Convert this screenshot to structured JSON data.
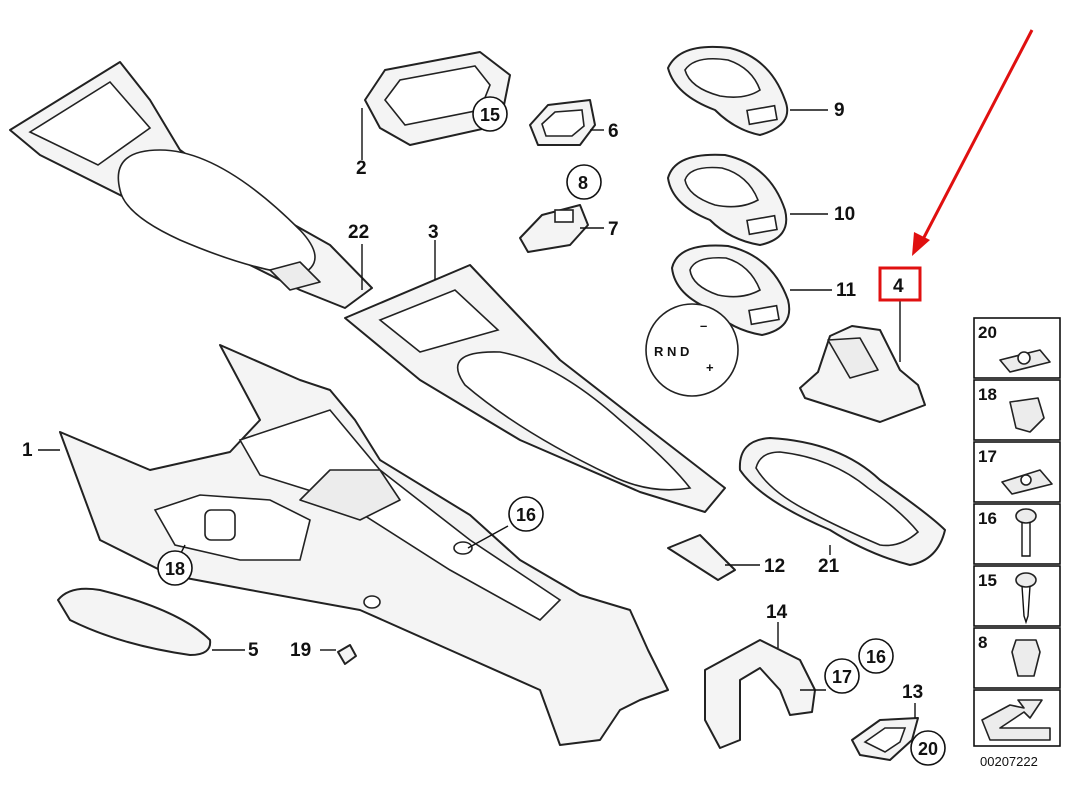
{
  "diagram": {
    "labels": {
      "p1": "1",
      "p2": "2",
      "p3": "3",
      "p4": "4",
      "p5": "5",
      "p6": "6",
      "p7": "7",
      "p9": "9",
      "p10": "10",
      "p11": "11",
      "p12": "12",
      "p13": "13",
      "p14": "14",
      "p19": "19",
      "p21": "21",
      "p22": "22"
    },
    "circled": {
      "c15": "15",
      "c8": "8",
      "c16a": "16",
      "c18": "18",
      "c17": "17",
      "c16b": "16",
      "c20": "20"
    },
    "selector": {
      "letters": "R N D",
      "dash": "–",
      "plus": "+"
    },
    "legend": {
      "items": [
        "20",
        "18",
        "17",
        "16",
        "15",
        "8"
      ],
      "catalog_number": "00207222"
    },
    "highlight": {
      "label": "4",
      "color": "#e01010"
    }
  }
}
